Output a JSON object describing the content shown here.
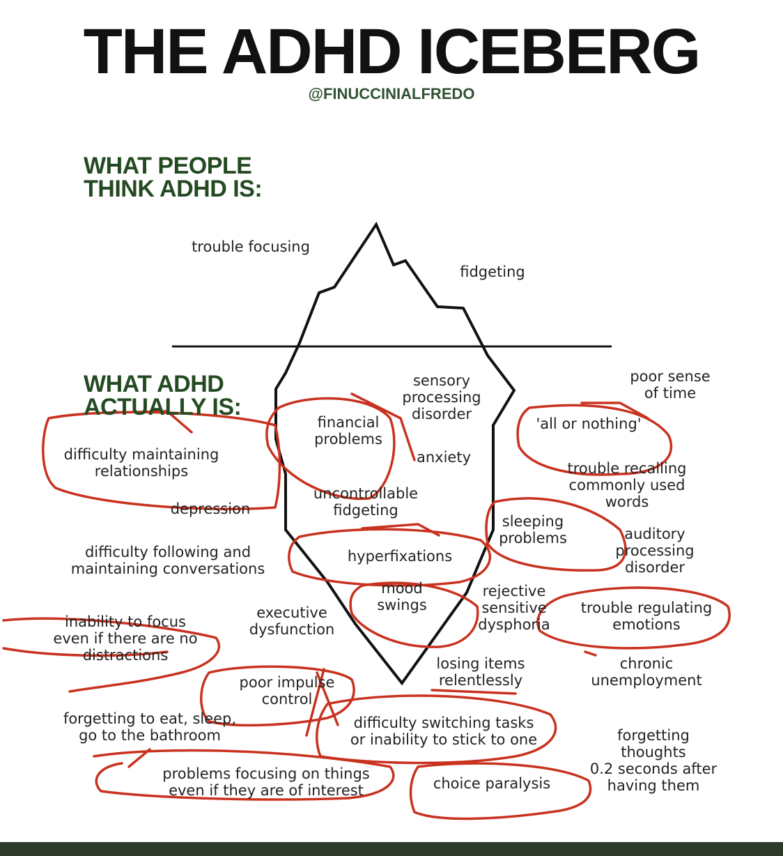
{
  "title": "THE ADHD ICEBERG",
  "handle": "@FINUCCINIALFREDO",
  "above": {
    "heading": "WHAT PEOPLE\nTHINK ADHD IS:",
    "items": [
      "trouble focusing",
      "fidgeting"
    ]
  },
  "below": {
    "heading": "WHAT ADHD\nACTUALLY IS:",
    "items": [
      "sensory\nprocessing\ndisorder",
      "poor sense\nof time",
      "financial\nproblems",
      "anxiety",
      "'all or nothing'",
      "difficulty maintaining\nrelationships",
      "trouble recalling\ncommonly used words",
      "depression",
      "uncontrollable\nfidgeting",
      "sleeping\nproblems",
      "auditory\nprocessing\ndisorder",
      "difficulty following and\nmaintaining conversations",
      "hyperfixations",
      "mood\nswings",
      "rejective\nsensitive\ndysphoria",
      "executive\ndysfunction",
      "trouble regulating\nemotions",
      "inability to focus\neven if there are no\ndistractions",
      "chronic\nunemployment",
      "losing items\nrelentlessly",
      "poor impulse\ncontrol",
      "forgetting to eat, sleep,\ngo to the bathroom",
      "difficulty switching tasks\nor inability to stick to one",
      "forgetting thoughts\n0.2 seconds after\nhaving them",
      "problems focusing on things\neven if they are of interest",
      "choice paralysis"
    ]
  },
  "colors": {
    "title": "#111111",
    "heading": "#244a22",
    "handle": "#2f5233",
    "annotation": "#c8321f",
    "footer": "#2f3a2c"
  }
}
